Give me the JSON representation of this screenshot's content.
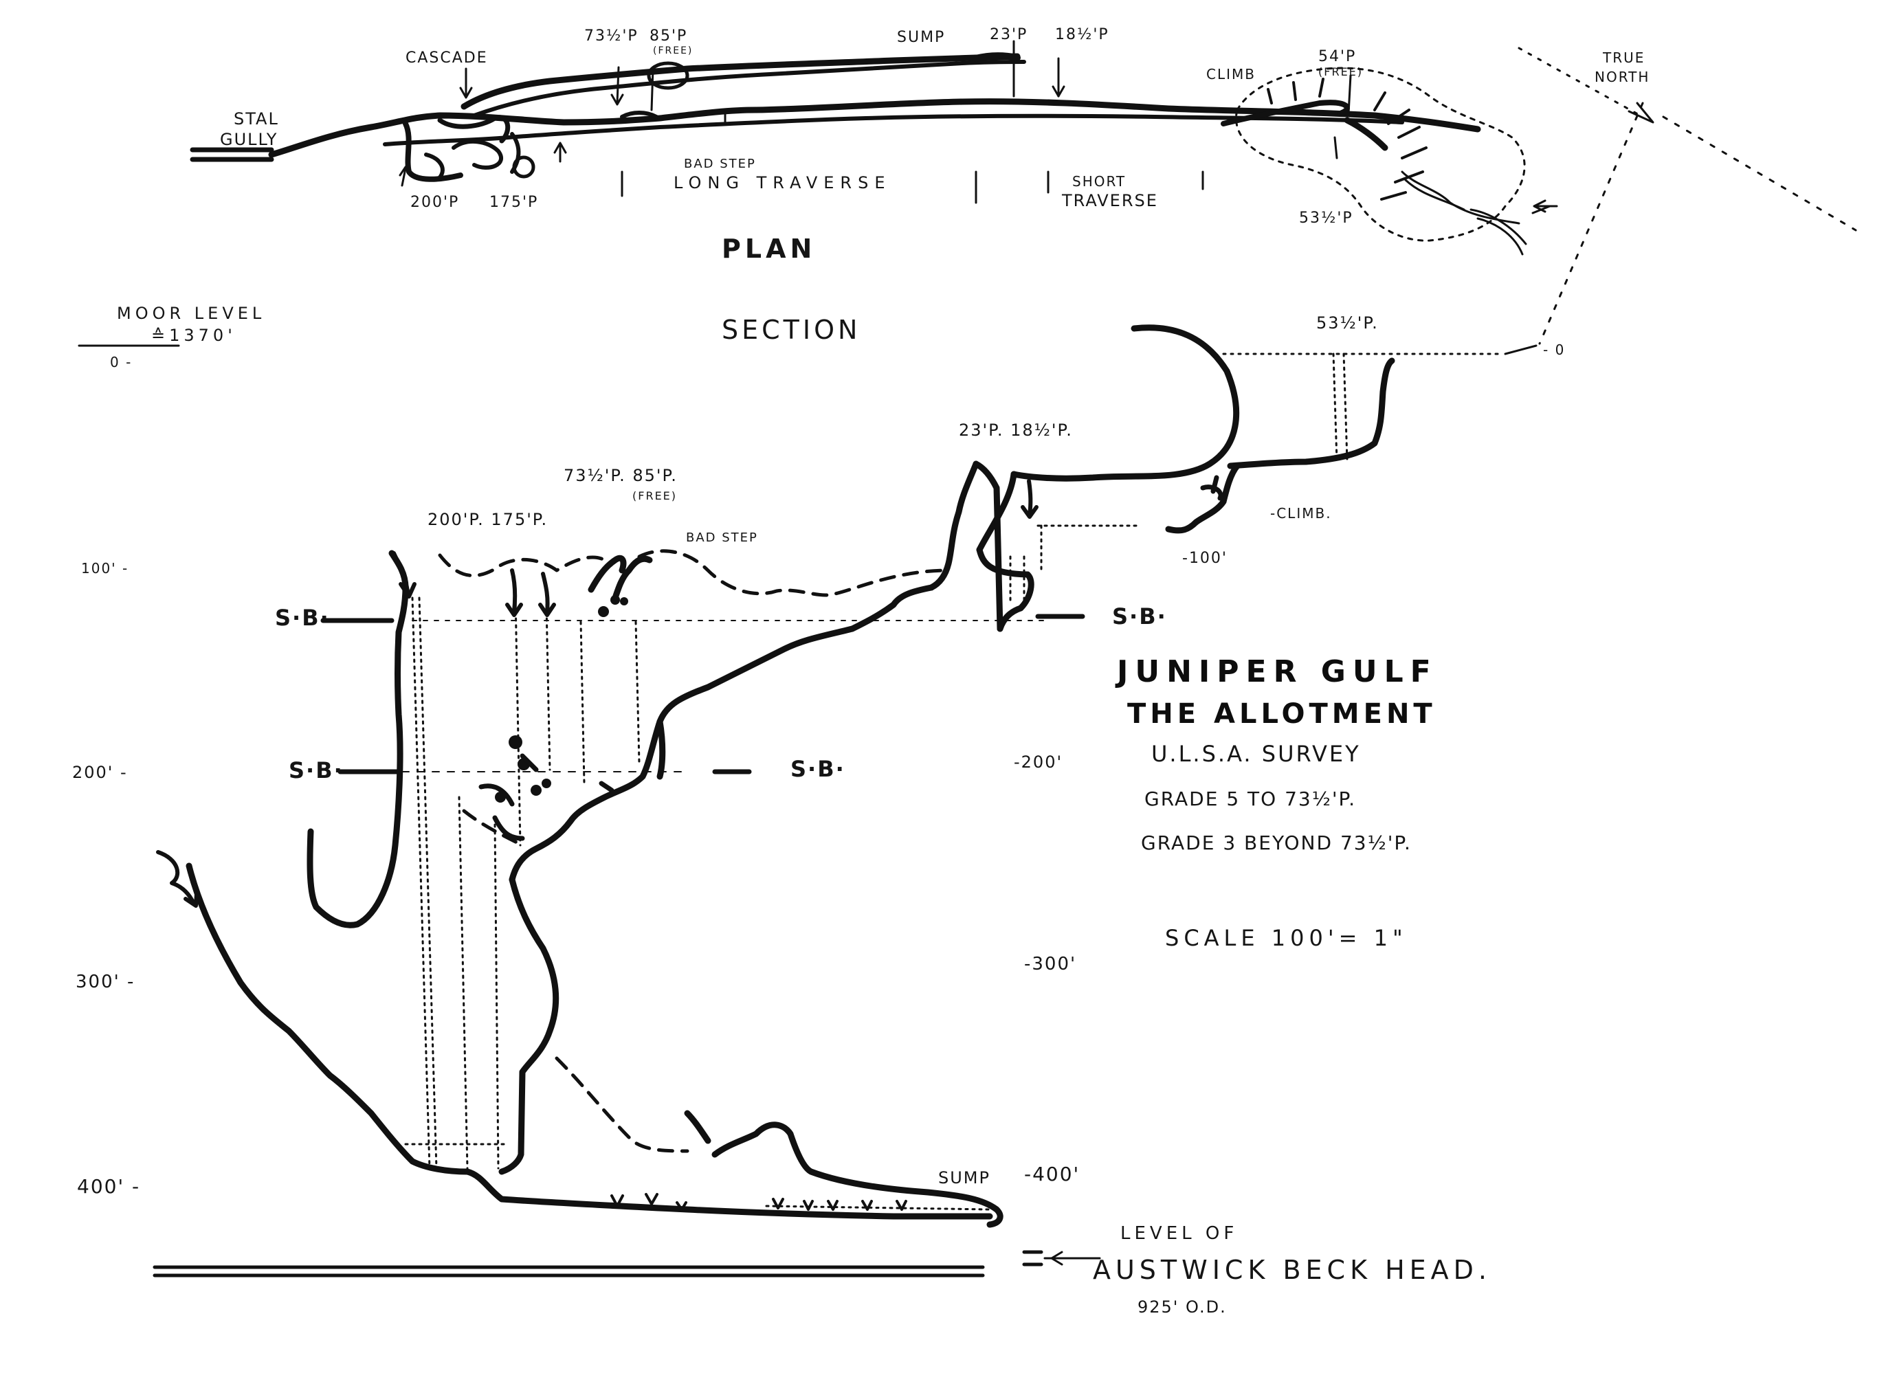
{
  "labels": {
    "plan": {
      "stal_gully_1": "STAL",
      "stal_gully_2": "GULLY",
      "cascade": "CASCADE",
      "p73": "73½'P",
      "p85": "85'P",
      "free1": "(FREE)",
      "sump": "SUMP",
      "p23": "23'P",
      "p18": "18½'P",
      "climb": "CLIMB",
      "p54": "54'P",
      "free2": "(FREE)",
      "true_north_1": "TRUE",
      "true_north_2": "NORTH",
      "p200": "200'P",
      "p175": "175'P",
      "bad_step": "BAD STEP",
      "long_traverse": "LONG TRAVERSE",
      "short_traverse_1": "SHORT",
      "short_traverse_2": "TRAVERSE",
      "p53": "53½'P",
      "heading_plan": "PLAN",
      "heading_section": "SECTION"
    },
    "section": {
      "moor_level_1": "MOOR LEVEL",
      "moor_level_2": "≙1370'",
      "d0_left": "0 -",
      "d0_right": "- 0",
      "p53": "53½'P.",
      "p23_18": "23'P.  18½'P.",
      "p73_85": "73½'P.  85'P.",
      "free": "(FREE)",
      "p200_175": "200'P. 175'P.",
      "bad_step": "BAD STEP",
      "climb": "-CLIMB.",
      "d100_left": "100' -",
      "d100_right": "-100'",
      "sb_upper_left": "S·B·",
      "sb_upper_right": "S·B·",
      "sb_lower_left": "S·B·",
      "sb_lower_right": "S·B·",
      "d200_left": "200' -",
      "d200_right": "-200'",
      "d300_left": "300' -",
      "d300_right": "-300'",
      "d400_left": "400' -",
      "d400_right": "-400'",
      "sump": "SUMP",
      "level_of": "LEVEL OF",
      "austwick": "AUSTWICK BECK HEAD.",
      "od": "925' O.D."
    },
    "title": {
      "line1": "JUNIPER GULF",
      "line2": "THE ALLOTMENT",
      "survey": "U.L.S.A. SURVEY",
      "grade5": "GRADE 5   TO 73½'P.",
      "grade3": "GRADE 3  BEYOND 73½'P.",
      "scale": "SCALE 100'= 1\""
    }
  }
}
